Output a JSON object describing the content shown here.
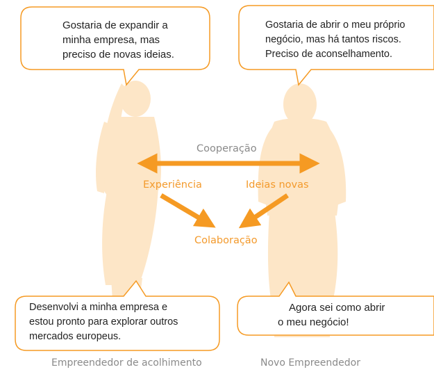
{
  "colors": {
    "accent": "#f59a23",
    "silhouette": "#fde6c7",
    "bubble_border": "#f59a23",
    "grey_text": "#8a8a8a",
    "orange_text": "#f39a2c"
  },
  "bubbles": {
    "top_left": [
      "Gostaria de expandir a",
      "minha empresa, mas",
      "preciso de novas ideias."
    ],
    "top_right": [
      "Gostaria de abrir o meu próprio",
      "negócio, mas há tantos riscos.",
      "Preciso de aconselhamento."
    ],
    "bottom_left": [
      "Desenvolvi a minha empresa e",
      "estou pronto para explorar outros",
      "mercados europeus."
    ],
    "bottom_right": [
      "Agora sei como abrir",
      "o meu negócio!"
    ]
  },
  "labels": {
    "cooperation": "Cooperação",
    "experience": "Experiência",
    "new_ideas": "Ideias novas",
    "collaboration": "Colaboração"
  },
  "captions": {
    "host": "Empreendedor de acolhimento",
    "new": "Novo Empreendedor"
  }
}
